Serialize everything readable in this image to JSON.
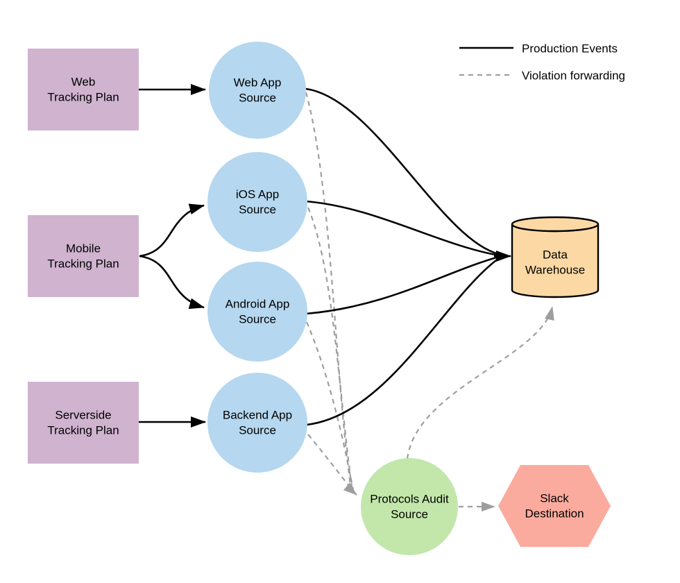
{
  "legend": {
    "production": {
      "label": "Production Events",
      "style": "solid",
      "color": "#000000"
    },
    "violation": {
      "label": "Violation forwarding",
      "style": "dashed",
      "color": "#9e9e9e"
    }
  },
  "colors": {
    "plan_fill": "#cfb3cf",
    "source_fill": "#b5d7ef",
    "warehouse_fill": "#fcd9a4",
    "audit_fill": "#c3e7ab",
    "slack_fill": "#fbab9e",
    "edge_solid": "#000000",
    "edge_dashed": "#9e9e9e",
    "text": "#000000"
  },
  "nodes": {
    "web_plan": {
      "shape": "rectangle",
      "line1": "Web",
      "line2": "Tracking Plan"
    },
    "mobile_plan": {
      "shape": "rectangle",
      "line1": "Mobile",
      "line2": "Tracking Plan"
    },
    "serverside_plan": {
      "shape": "rectangle",
      "line1": "Serverside",
      "line2": "Tracking Plan"
    },
    "web_source": {
      "shape": "circle",
      "line1": "Web App",
      "line2": "Source"
    },
    "ios_source": {
      "shape": "circle",
      "line1": "iOS App",
      "line2": "Source"
    },
    "android_source": {
      "shape": "circle",
      "line1": "Android App",
      "line2": "Source"
    },
    "backend_source": {
      "shape": "circle",
      "line1": "Backend App",
      "line2": "Source"
    },
    "warehouse": {
      "shape": "cylinder",
      "line1": "Data",
      "line2": "Warehouse"
    },
    "audit_source": {
      "shape": "circle",
      "line1": "Protocols Audit",
      "line2": "Source"
    },
    "slack": {
      "shape": "hexagon",
      "line1": "Slack",
      "line2": "Destination"
    }
  },
  "edges": {
    "production": [
      {
        "from": "Web Tracking Plan",
        "to": "Web App Source"
      },
      {
        "from": "Mobile Tracking Plan",
        "to": "iOS App Source"
      },
      {
        "from": "Mobile Tracking Plan",
        "to": "Android App Source"
      },
      {
        "from": "Serverside Tracking Plan",
        "to": "Backend App Source"
      },
      {
        "from": "Web App Source",
        "to": "Data Warehouse"
      },
      {
        "from": "iOS App Source",
        "to": "Data Warehouse"
      },
      {
        "from": "Android App Source",
        "to": "Data Warehouse"
      },
      {
        "from": "Backend App Source",
        "to": "Data Warehouse"
      }
    ],
    "violation_forwarding": [
      {
        "from": "Web App Source",
        "to": "Protocols Audit Source"
      },
      {
        "from": "iOS App Source",
        "to": "Protocols Audit Source"
      },
      {
        "from": "Android App Source",
        "to": "Protocols Audit Source"
      },
      {
        "from": "Backend App Source",
        "to": "Protocols Audit Source"
      },
      {
        "from": "Protocols Audit Source",
        "to": "Data Warehouse"
      },
      {
        "from": "Protocols Audit Source",
        "to": "Slack Destination"
      }
    ]
  }
}
